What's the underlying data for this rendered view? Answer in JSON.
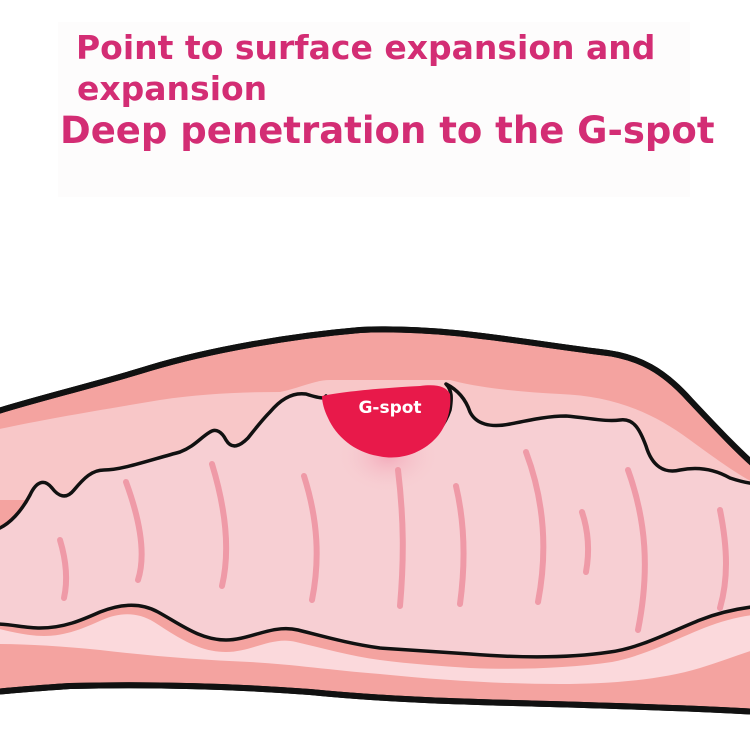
{
  "heading": {
    "line1": "Point to surface expansion and",
    "line2": "expansion",
    "line3": "Deep penetration to the G-spot"
  },
  "diagram": {
    "gspot_label": "G-spot"
  },
  "colors": {
    "accent": "#d32d74",
    "gspot": "#e8194a",
    "outer_tissue": "#f4a3a0",
    "inner_wall": "#f7cfd3",
    "channel": "#f9dde2",
    "ridge": "#ef9aa7",
    "outline": "#111111"
  }
}
